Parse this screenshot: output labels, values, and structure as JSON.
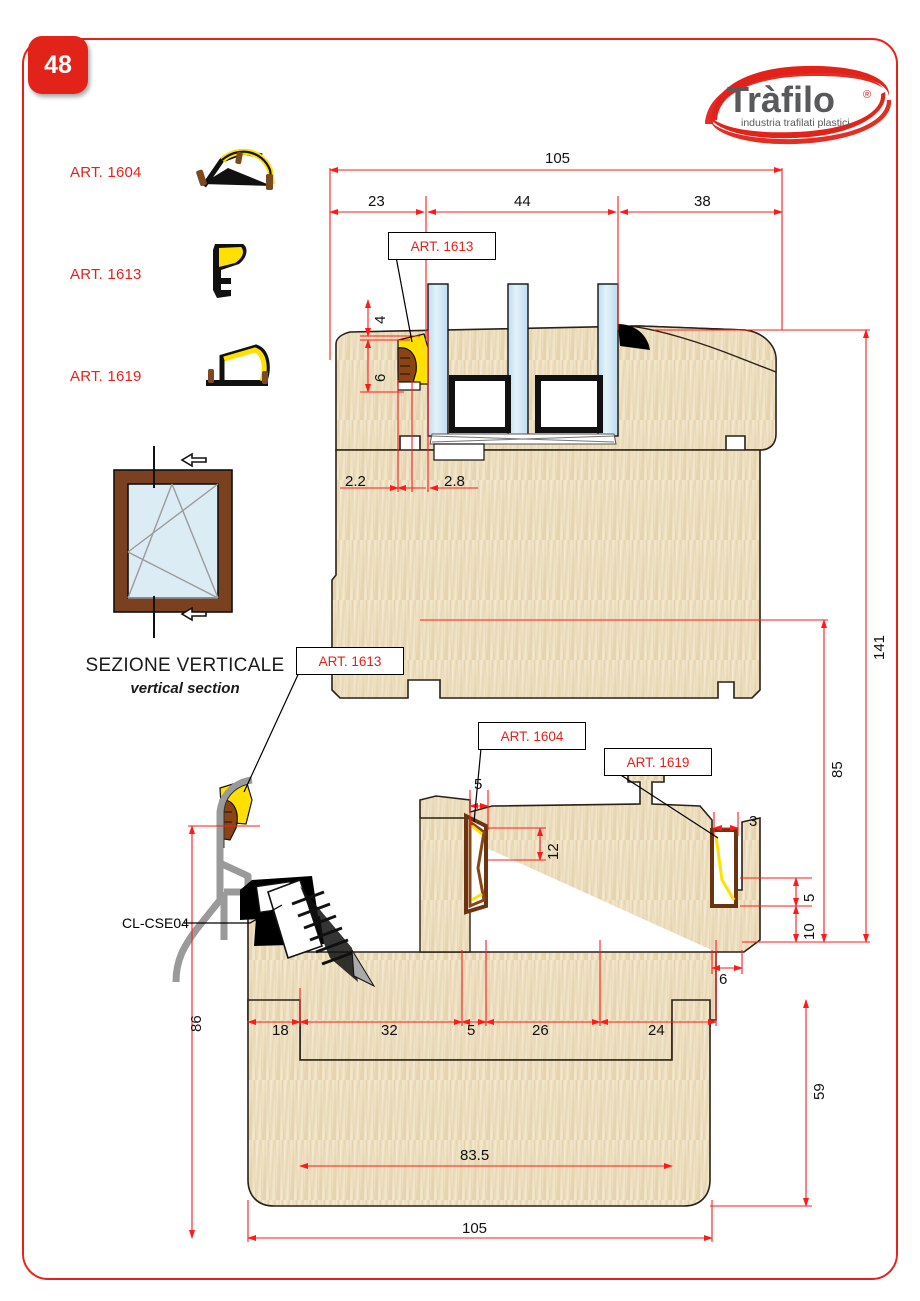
{
  "page": {
    "number": "48",
    "frame_color": "#e8201a",
    "badge_color": "#e2231a"
  },
  "logo": {
    "name": "Tràfilo",
    "registered": "®",
    "tagline": "industria trafilati plastici",
    "brand_red": "#e2231a",
    "text_gray": "#58595b"
  },
  "articles": [
    {
      "label": "ART. 1604",
      "icon": "profile-1604-icon"
    },
    {
      "label": "ART. 1613",
      "icon": "profile-1613-icon"
    },
    {
      "label": "ART. 1619",
      "icon": "profile-1619-icon"
    }
  ],
  "section": {
    "title": "SEZIONE VERTICALE",
    "subtitle": "vertical section",
    "thumbnail": "tilt-turn-window-icon"
  },
  "callouts": [
    {
      "label": "ART. 1613",
      "id": "callout-1613-top"
    },
    {
      "label": "ART. 1613",
      "id": "callout-1613-mid"
    },
    {
      "label": "ART. 1604",
      "id": "callout-1604"
    },
    {
      "label": "ART. 1619",
      "id": "callout-1619"
    }
  ],
  "part_labels": [
    {
      "label": "CL-CSE04",
      "id": "label-cl-cse04"
    }
  ],
  "dimensions": {
    "top_overall": "105",
    "top_chain": [
      "23",
      "44",
      "38"
    ],
    "detail_upper": {
      "thickness_4": "4",
      "thickness_6": "6",
      "gap_22": "2.2",
      "gap_28": "2.8"
    },
    "right_chain": [
      "141",
      "85",
      "5",
      "10"
    ],
    "mid": {
      "five": "5",
      "twelve": "12",
      "three": "3",
      "six": "6"
    },
    "bottom_chain": [
      "18",
      "32",
      "5",
      "26",
      "24"
    ],
    "left_vertical": "86",
    "bottom_inner": "83.5",
    "bottom_overall": "105",
    "right_lower": "59"
  },
  "colors": {
    "dimension_red": "#ff1a1a",
    "wood_light": "#f0e3c6",
    "wood_mid": "#e7d7b4",
    "gasket_yellow": "#ffe000",
    "gasket_brown": "#8b4513",
    "glass_blue": "#cfe8f5",
    "alu_gray": "#b3b3b3",
    "black": "#000000"
  }
}
